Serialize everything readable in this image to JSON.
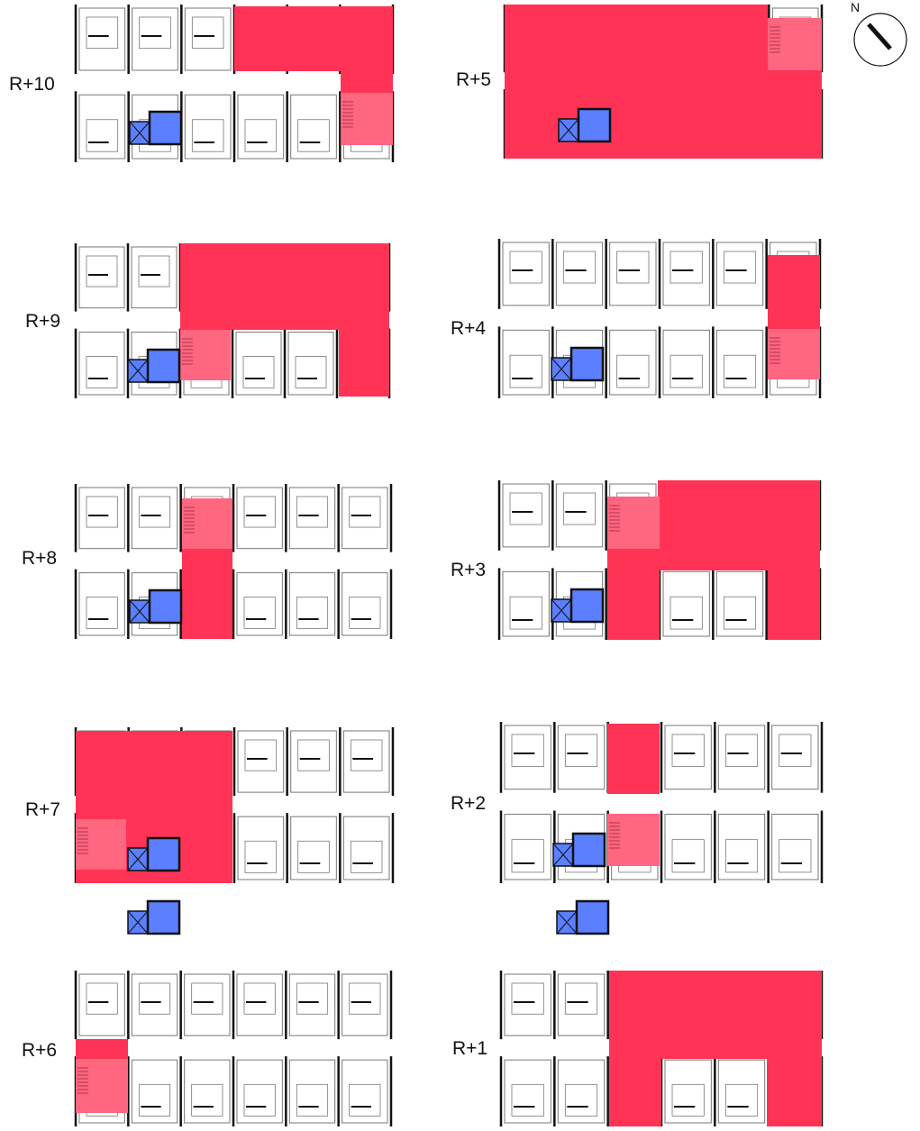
{
  "compass": {
    "letter": "N",
    "icon": "north-arrow-icon"
  },
  "colors": {
    "common_space": "#ff3355",
    "stair_core": "#ff6680",
    "elevator_core": "#5b7fff",
    "wall": "#111111",
    "fixture": "#777777"
  },
  "floors": [
    {
      "label": "R+10"
    },
    {
      "label": "R+9"
    },
    {
      "label": "R+8"
    },
    {
      "label": "R+7"
    },
    {
      "label": "R+6"
    },
    {
      "label": "R+5"
    },
    {
      "label": "R+4"
    },
    {
      "label": "R+3"
    },
    {
      "label": "R+2"
    },
    {
      "label": "R+1"
    }
  ]
}
